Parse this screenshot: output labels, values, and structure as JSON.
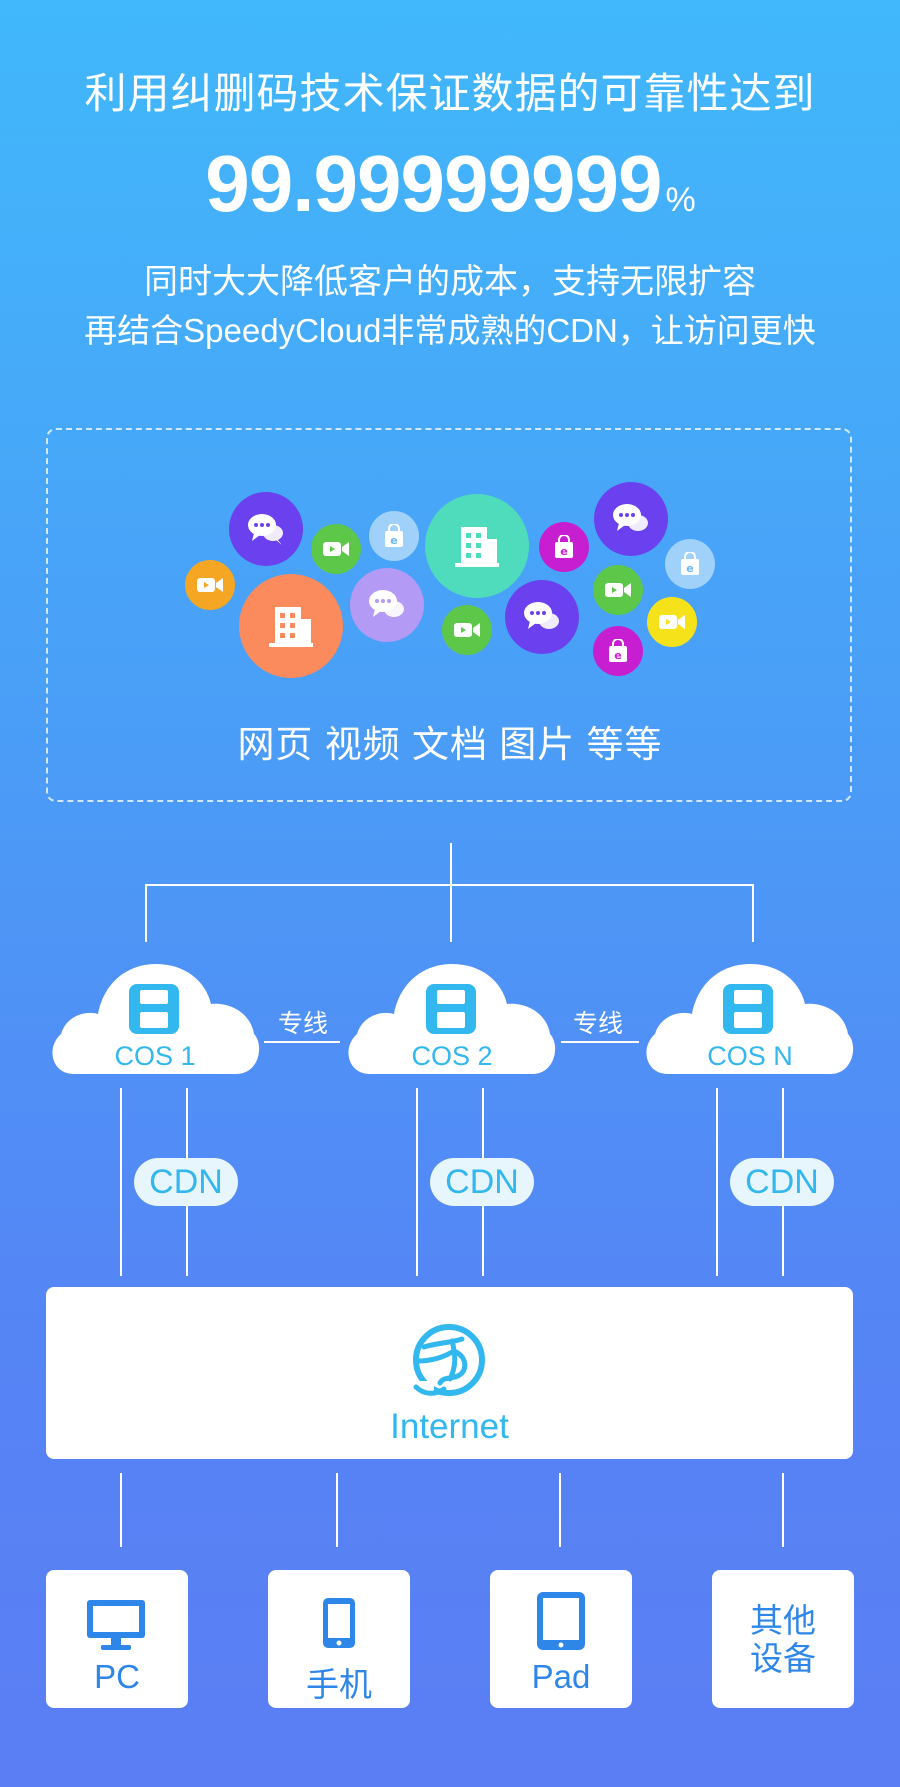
{
  "header": {
    "headline": "利用纠删码技术保证数据的可靠性达到",
    "reliability_value": "99.99999999",
    "reliability_unit": "%",
    "subline1": "同时大大降低客户的成本，支持无限扩容",
    "subline2": "再结合SpeedyCloud非常成熟的CDN，让访问更快"
  },
  "content_box": {
    "types_label": "网页 视频 文档 图片 等等"
  },
  "cos_nodes": [
    {
      "label": "COS 1"
    },
    {
      "label": "COS 2"
    },
    {
      "label": "COS N"
    }
  ],
  "links": {
    "dedicated_line_1": "专线",
    "dedicated_line_2": "专线"
  },
  "cdn": {
    "label_1": "CDN",
    "label_2": "CDN",
    "label_3": "CDN"
  },
  "internet": {
    "label": "Internet"
  },
  "devices": [
    {
      "label": "PC",
      "icon": "monitor-icon"
    },
    {
      "label": "手机",
      "icon": "phone-icon"
    },
    {
      "label": "Pad",
      "icon": "tablet-icon"
    },
    {
      "label": "其他设备",
      "icon": ""
    }
  ],
  "colors": {
    "bg_top": "#41b8fb",
    "bg_bottom": "#5b7ef4",
    "accent_cyan": "#32b7ee",
    "device_blue": "#2f86e9",
    "bubble_purple": "#6a40ef",
    "bubble_green": "#5cc748",
    "bubble_orange": "#fb8a5c",
    "bubble_teal": "#4fdcbc",
    "bubble_magenta": "#c81ed1",
    "bubble_yellow": "#f6e21a",
    "bubble_amber": "#f5a623"
  }
}
